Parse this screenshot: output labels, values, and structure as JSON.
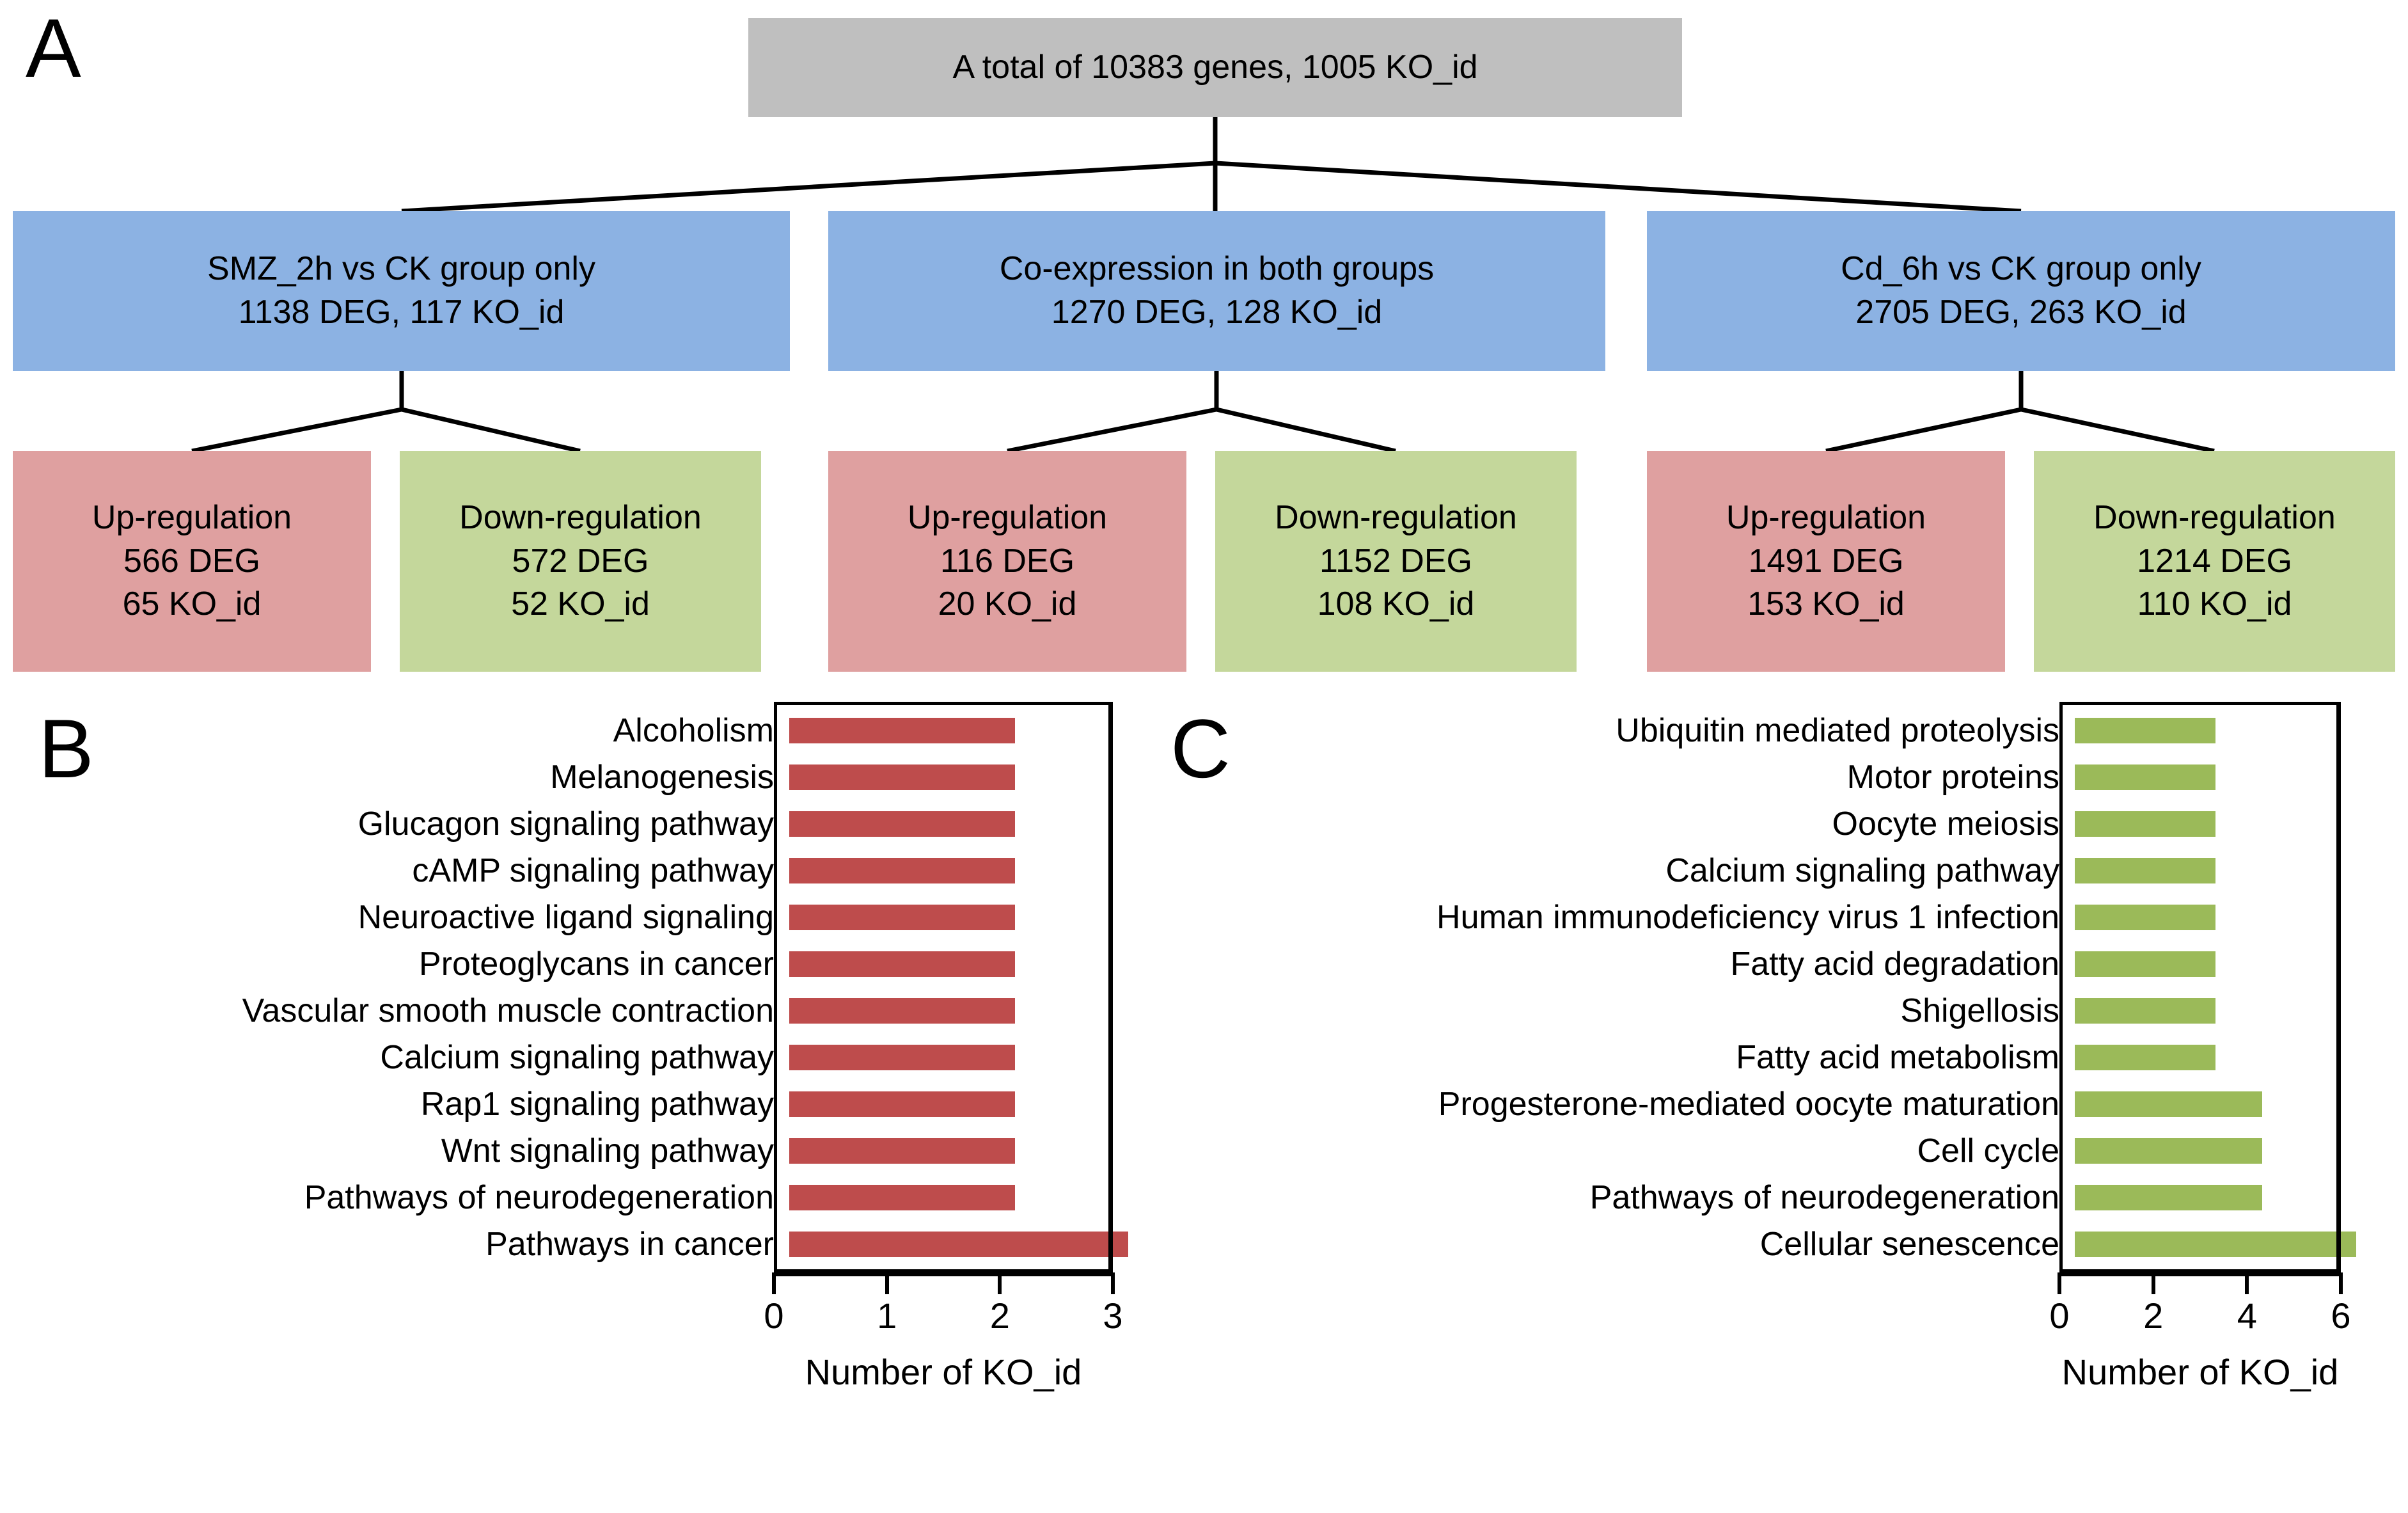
{
  "panels": {
    "a_letter": "A",
    "b_letter": "B",
    "c_letter": "C"
  },
  "flowchart": {
    "total": {
      "line1": "A total of 10383 genes, 1005 KO_id"
    },
    "groups": [
      {
        "line1": "SMZ_2h vs CK group only",
        "line2": "1138 DEG, 117 KO_id"
      },
      {
        "line1": "Co-expression in both groups",
        "line2": "1270 DEG, 128 KO_id"
      },
      {
        "line1": "Cd_6h vs CK group only",
        "line2": "2705 DEG, 263 KO_id"
      }
    ],
    "leaves": [
      {
        "line1": "Up-regulation",
        "line2": "566 DEG",
        "line3": "65 KO_id"
      },
      {
        "line1": "Down-regulation",
        "line2": "572 DEG",
        "line3": "52 KO_id"
      },
      {
        "line1": "Up-regulation",
        "line2": "116 DEG",
        "line3": "20 KO_id"
      },
      {
        "line1": "Down-regulation",
        "line2": "1152 DEG",
        "line3": "108 KO_id"
      },
      {
        "line1": "Up-regulation",
        "line2": "1491 DEG",
        "line3": "153 KO_id"
      },
      {
        "line1": "Down-regulation",
        "line2": "1214 DEG",
        "line3": "110 KO_id"
      }
    ],
    "colors": {
      "total_box": "#bfbfbf",
      "group_box": "#8cb2e3",
      "up_box": "#dfa0a0",
      "down_box": "#c4d79b",
      "connector": "#000000"
    }
  },
  "chart_data": [
    {
      "panel": "B",
      "type": "bar",
      "orientation": "horizontal",
      "title": "",
      "xlabel": "Number of KO_id",
      "ylabel": "",
      "xlim": [
        0,
        3
      ],
      "xticks": [
        0,
        1,
        2,
        3
      ],
      "xtick_labels": [
        "0",
        "1",
        "2",
        "3"
      ],
      "grid": false,
      "legend": "none",
      "bar_color": "#be4c4c",
      "categories": [
        "Alcoholism",
        "Melanogenesis",
        "Glucagon signaling pathway",
        "cAMP signaling pathway",
        "Neuroactive ligand signaling",
        "Proteoglycans in cancer",
        "Vascular smooth muscle contraction",
        "Calcium signaling pathway",
        "Rap1 signaling pathway",
        "Wnt signaling pathway",
        "Pathways of neurodegeneration",
        "Pathways in cancer"
      ],
      "values": [
        2,
        2,
        2,
        2,
        2,
        2,
        2,
        2,
        2,
        2,
        2,
        3
      ]
    },
    {
      "panel": "C",
      "type": "bar",
      "orientation": "horizontal",
      "title": "",
      "xlabel": "Number of KO_id",
      "ylabel": "",
      "xlim": [
        0,
        6
      ],
      "xticks": [
        0,
        2,
        4,
        6
      ],
      "xtick_labels": [
        "0",
        "2",
        "4",
        "6"
      ],
      "grid": false,
      "legend": "none",
      "bar_color": "#9bba59",
      "categories": [
        "Ubiquitin mediated proteolysis",
        "Motor proteins",
        "Oocyte meiosis",
        "Calcium signaling pathway",
        "Human immunodeficiency virus 1 infection",
        "Fatty acid degradation",
        "Shigellosis",
        "Fatty acid metabolism",
        "Progesterone-mediated oocyte maturation",
        "Cell cycle",
        "Pathways of neurodegeneration",
        "Cellular senescence"
      ],
      "values": [
        3,
        3,
        3,
        3,
        3,
        3,
        3,
        3,
        4,
        4,
        4,
        6
      ]
    }
  ]
}
